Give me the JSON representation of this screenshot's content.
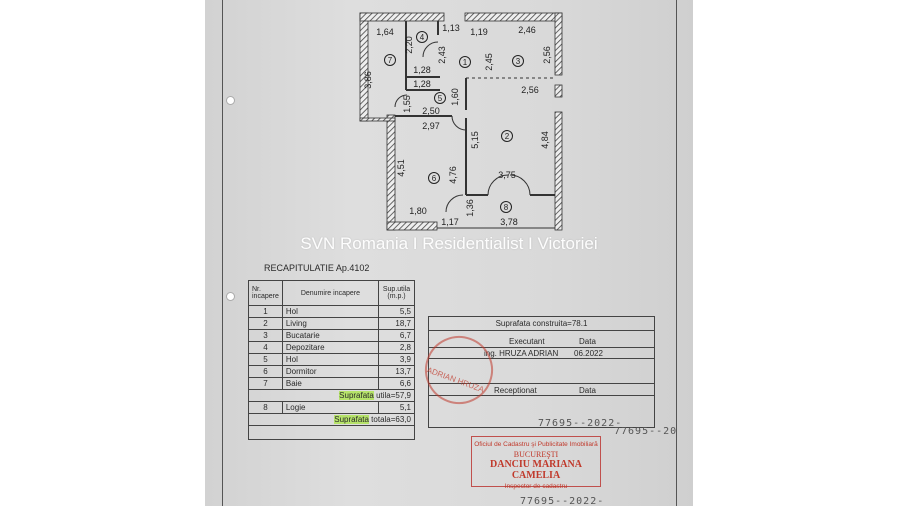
{
  "watermark": "SVN Romania I Residentialist I Victoriei",
  "plan": {
    "dimensions": [
      "1,64",
      "2,20",
      "1,13",
      "2,43",
      "1,19",
      "2,46",
      "2,45",
      "2,56",
      "3,86",
      "1,28",
      "1,28",
      "1,60",
      "2,56",
      "1,55",
      "2,50",
      "2,97",
      "5,15",
      "4,84",
      "4,51",
      "4,76",
      "3,75",
      "1,80",
      "1,36",
      "1,17",
      "3,78"
    ],
    "room_numbers": [
      "1",
      "2",
      "3",
      "4",
      "5",
      "6",
      "7",
      "8"
    ]
  },
  "recap": {
    "title": "RECAPITULATIE Ap.4102",
    "headers": {
      "nr": "Nr. incapere",
      "name": "Denumire incapere",
      "area": "Sup.utila (m.p.)"
    },
    "rows": [
      {
        "nr": "1",
        "name": "Hol",
        "area": "5,5"
      },
      {
        "nr": "2",
        "name": "Living",
        "area": "18,7"
      },
      {
        "nr": "3",
        "name": "Bucatarie",
        "area": "6,7"
      },
      {
        "nr": "4",
        "name": "Depozitare",
        "area": "2,8"
      },
      {
        "nr": "5",
        "name": "Hol",
        "area": "3,9"
      },
      {
        "nr": "6",
        "name": "Dormitor",
        "area": "13,7"
      },
      {
        "nr": "7",
        "name": "Baie",
        "area": "6,6"
      }
    ],
    "useful_label": "Suprafata",
    "useful_rest": " utila=57,9",
    "logia": {
      "nr": "8",
      "name": "Logie",
      "area": "5,1"
    },
    "total_label": "Suprafata",
    "total_rest": " totala=63,0"
  },
  "signoff": {
    "built_area": "Suprafata construita=78.1",
    "executant": "Executant",
    "date_label": "Data",
    "engineer": "ing. HRUZA ADRIAN",
    "date": "06.2022",
    "received": "Receptionat",
    "date_label2": "Data",
    "stamp_text": "ADRIAN HRUZA"
  },
  "ocpi": {
    "line1": "Oficiul de Cadastru şi Publicitate Imobiliară",
    "line2": "BUCUREŞTI",
    "line3": "DANCIU MARIANA CAMELIA",
    "line4": "Inspector de cadastru"
  },
  "handwritten": [
    "77695--2022-",
    "77695--20",
    "77695--2022-"
  ],
  "colors": {
    "highlight": "#b6e36a",
    "stamp": "#c0392b"
  }
}
